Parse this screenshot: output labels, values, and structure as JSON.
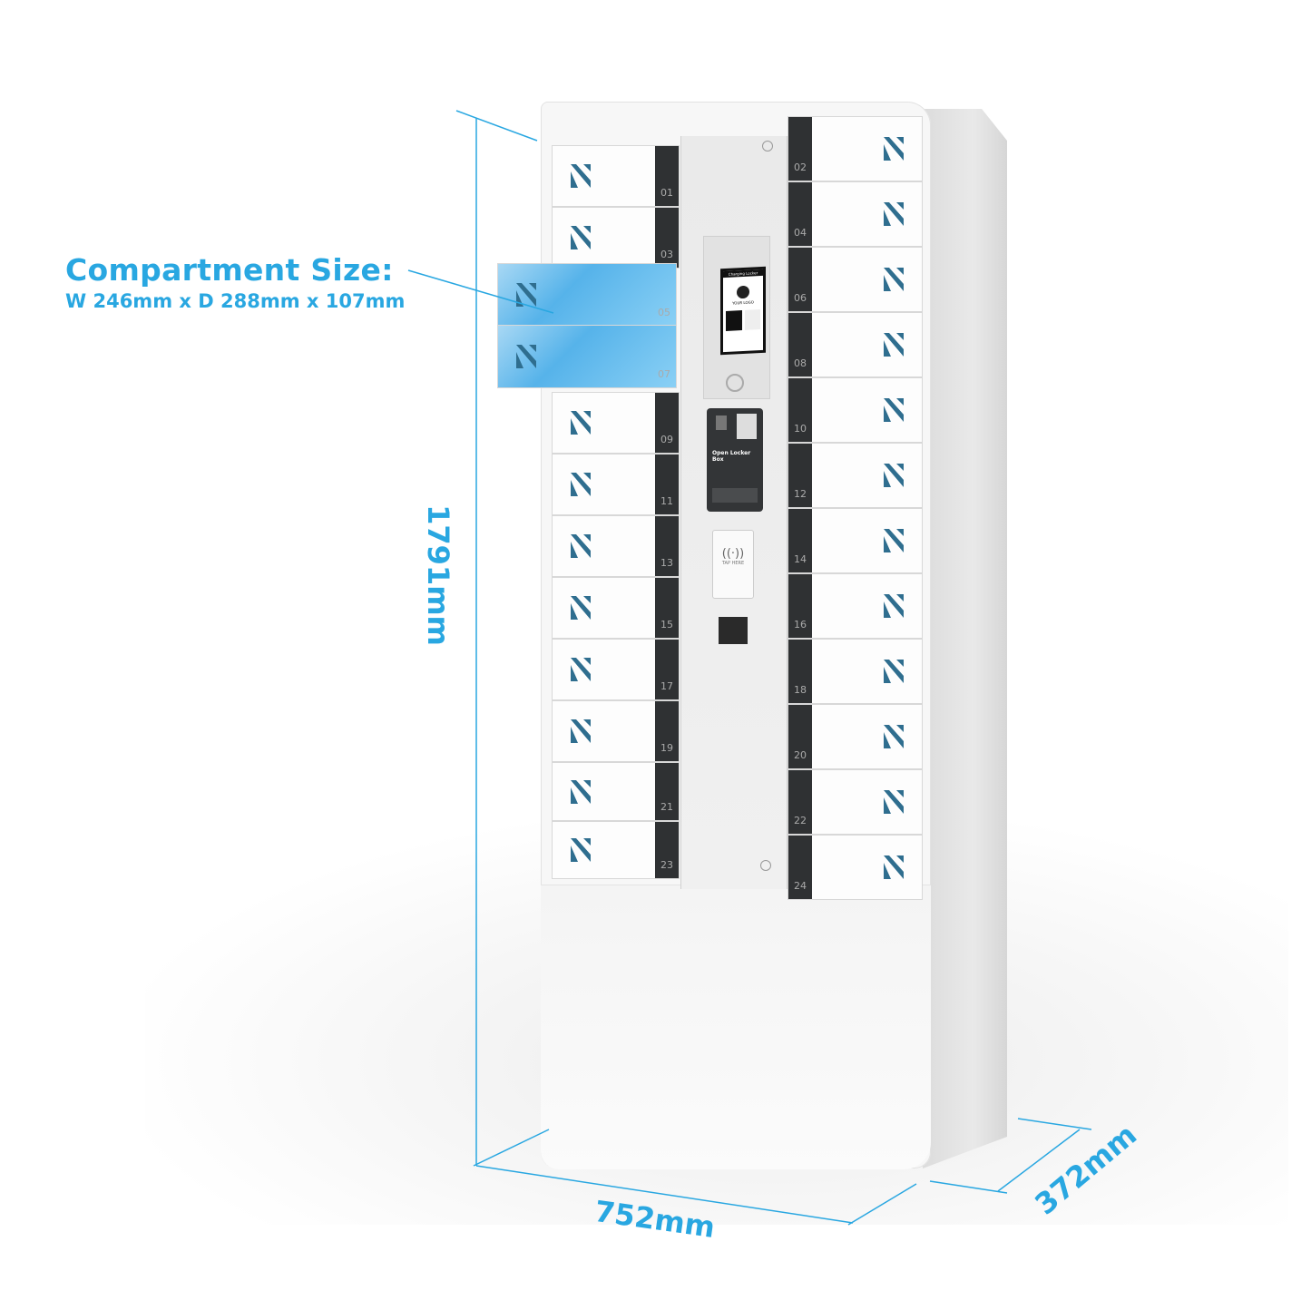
{
  "callout": {
    "title": "Compartment Size:",
    "size": "W 246mm x D 288mm x 107mm"
  },
  "dimensions": {
    "height": "1791mm",
    "width": "752mm",
    "depth": "372mm"
  },
  "screen": {
    "header": "Charging Locker",
    "logo_text": "YOUR LOGO"
  },
  "instruction_card": {
    "title": "Open Locker Box"
  },
  "nfc_reader": {
    "label": "TAP HERE"
  },
  "left_compartments": [
    "01",
    "03",
    "05",
    "07",
    "09",
    "11",
    "13",
    "15",
    "17",
    "19",
    "21",
    "23"
  ],
  "right_compartments": [
    "02",
    "04",
    "06",
    "08",
    "10",
    "12",
    "14",
    "16",
    "18",
    "20",
    "22",
    "24"
  ],
  "open_compartments": [
    "05",
    "07"
  ],
  "colors": {
    "accent": "#29a7e1",
    "strip": "#2f3133",
    "body": "#f7f7f7"
  }
}
